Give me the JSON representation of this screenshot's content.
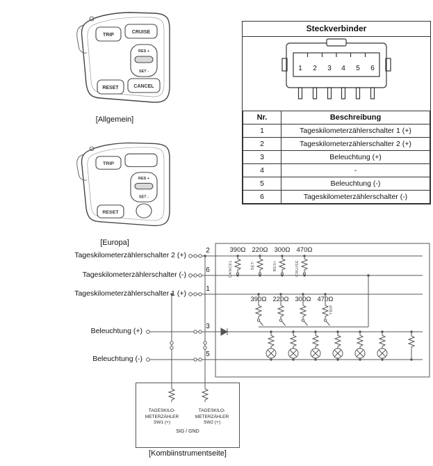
{
  "figures": {
    "allgemein_label": "[Allgemein]",
    "europa_label": "[Europa]"
  },
  "buttons": {
    "trip": "TRIP",
    "cruise": "CRUISE",
    "res_plus": "RES +",
    "set_minus": "SET -",
    "reset": "RESET",
    "cancel": "CANCEL"
  },
  "connector_panel": {
    "title": "Steckverbinder",
    "pins": [
      "1",
      "2",
      "3",
      "4",
      "5",
      "6"
    ],
    "table": {
      "col_nr": "Nr.",
      "col_desc": "Beschreibung",
      "rows": [
        {
          "nr": "1",
          "desc": "Tageskilometerzählerschalter 1 (+)"
        },
        {
          "nr": "2",
          "desc": "Tageskilometerzählerschalter 2 (+)"
        },
        {
          "nr": "3",
          "desc": "Beleuchtung (+)"
        },
        {
          "nr": "4",
          "desc": "-"
        },
        {
          "nr": "5",
          "desc": "Beleuchtung (-)"
        },
        {
          "nr": "6",
          "desc": "Tageskilometerzählerschalter (-)"
        }
      ]
    }
  },
  "circuit": {
    "wires": [
      {
        "label": "Tageskilometerzählerschalter 2 (+)",
        "pin": "2"
      },
      {
        "label": "Tageskilometerzählerschalter (-)",
        "pin": "6"
      },
      {
        "label": "Tageskilometerzählerschalter 1 (+)",
        "pin": "1"
      },
      {
        "label": "Beleuchtung (+)",
        "pin": "3"
      },
      {
        "label": "Beleuchtung (-)",
        "pin": "5"
      }
    ],
    "resistor_row1": [
      "390Ω",
      "220Ω",
      "300Ω",
      "470Ω"
    ],
    "resistor_row2": [
      "390Ω",
      "220Ω",
      "300Ω",
      "470Ω"
    ],
    "switch_labels_row1": [
      "CANCEL",
      "SET-",
      "RES+",
      "CRUISE"
    ],
    "switch_labels_row2": [
      "TRIP"
    ],
    "instrument_box": {
      "sw1_lines": [
        "TAGESKILO-",
        "METERZÄHLER",
        "SW1 (+)"
      ],
      "sw2_lines": [
        "TAGESKILO-",
        "METERZÄHLER",
        "SW2 (+)"
      ],
      "sig_gnd": "SIG / GND",
      "caption": "[Kombiinstrumentseite]"
    }
  },
  "colors": {
    "line": "#555555",
    "ink": "#111111",
    "background": "#ffffff"
  }
}
